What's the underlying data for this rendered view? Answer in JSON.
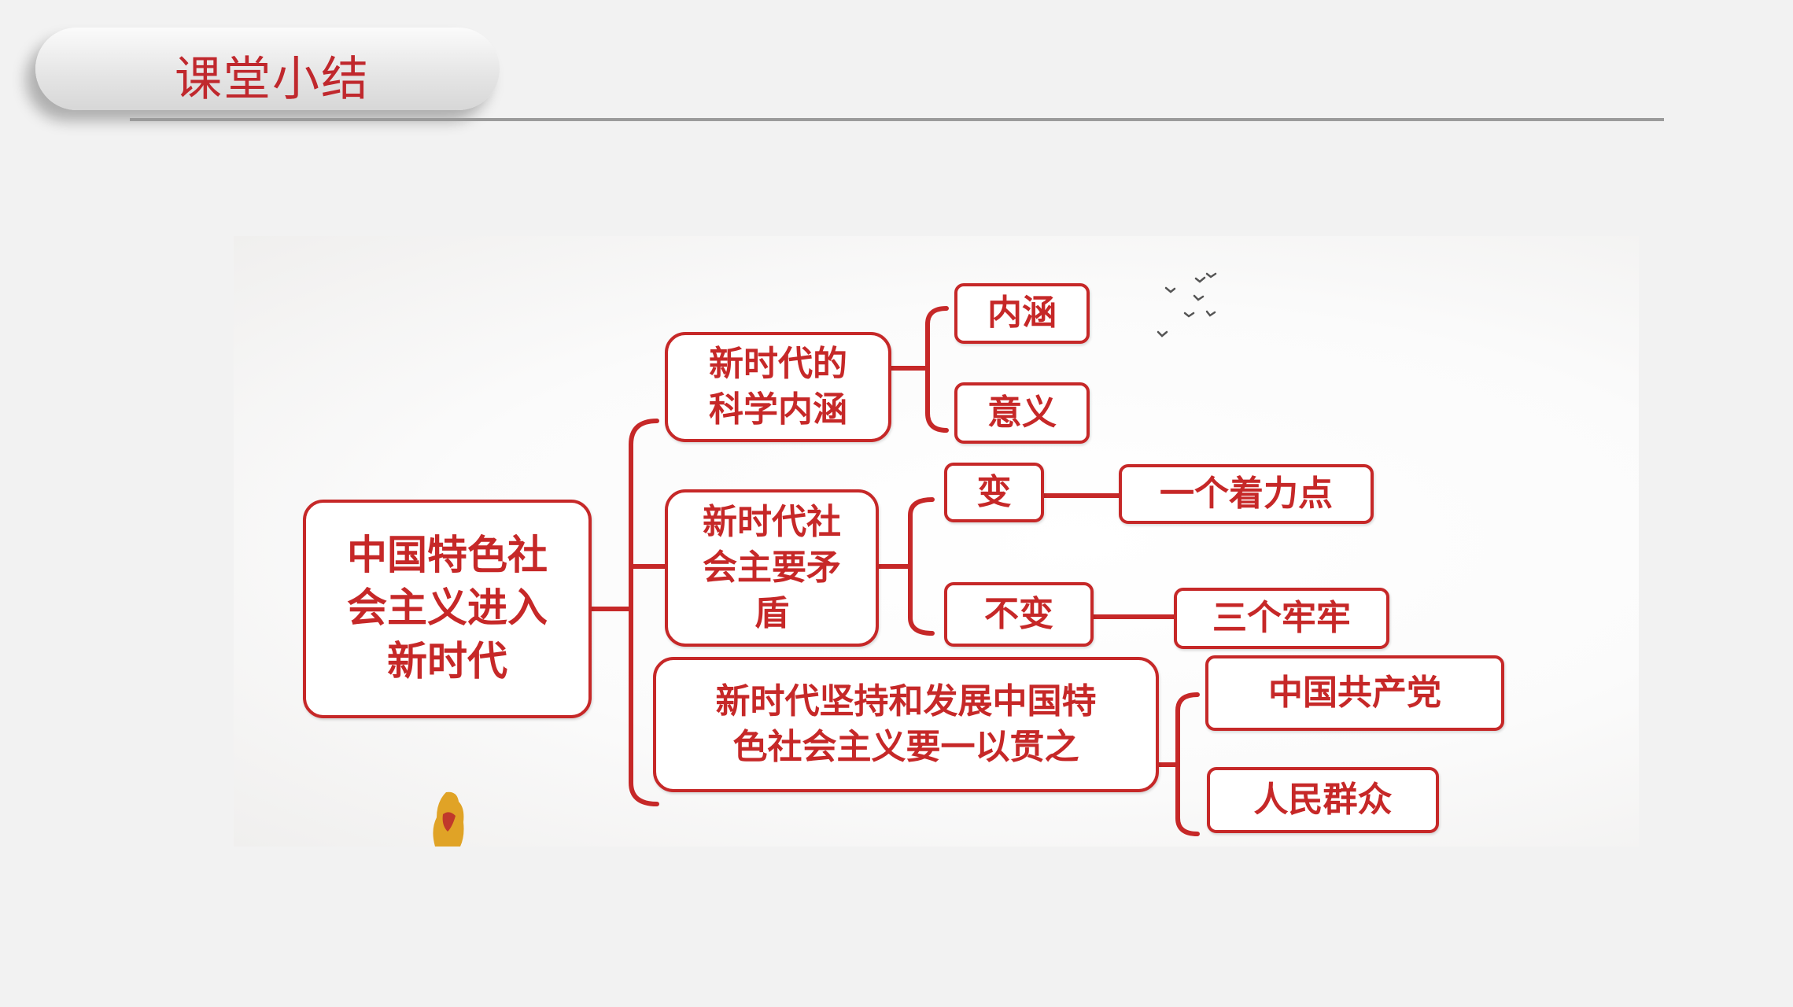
{
  "header": {
    "title": "课堂小结"
  },
  "colors": {
    "accent": "#c62828",
    "title": "#c0282d",
    "rule": "#9b9b9b",
    "background": "#f2f2f2"
  },
  "diagram": {
    "root": "中国特色社\n会主义进入\n新时代",
    "branches": [
      {
        "label": "新时代的\n科学内涵",
        "children": [
          "内涵",
          "意义"
        ]
      },
      {
        "label": "新时代社\n会主要矛\n盾",
        "children": [
          {
            "label": "变",
            "leaf": "一个着力点"
          },
          {
            "label": "不变",
            "leaf": "三个牢牢"
          }
        ]
      },
      {
        "label": "新时代坚持和发展中国特\n色社会主义要一以贯之",
        "children": [
          "中国共产党",
          "人民群众"
        ]
      }
    ]
  }
}
